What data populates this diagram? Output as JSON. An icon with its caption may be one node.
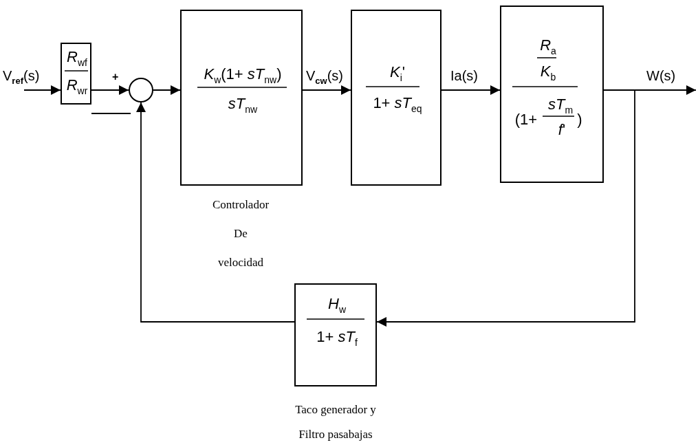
{
  "diagram": {
    "nodes": [
      {
        "text": [
          "*R*$_{wf}$",
          "*R*$_{wr}$"
        ]
      },
      {
        "text": [],
        "shape": "circle"
      },
      {
        "text": [
          "*K*$_{w}$(1+ *sT*$_{nw}$)",
          "*sT*$_{nw}$"
        ],
        "beside": [
          "Controlador De velocidad"
        ]
      },
      {
        "text": [
          "*K*$_{i}$'",
          "1+ *sT*$_{eq}$"
        ]
      },
      {
        "text": [
          "*R*$_{a}$",
          "*K*$_{b}$",
          "(1+",
          "*sT*$_{m}$",
          "*f*'",
          ")"
        ]
      },
      {
        "text": [
          "*H*$_{w}$",
          "1+ *sT*$_{f}$"
        ],
        "beside": [
          "Taco generador y Filtro pasabajas"
        ]
      }
    ],
    "edges": [
      {
        "from": null,
        "to": 0,
        "arrow": "to",
        "label": "V$_{ref}$(s)"
      },
      {
        "from": 0,
        "to": 1,
        "arrow": "to"
      },
      {
        "from": 1,
        "to": 2,
        "arrow": "to"
      },
      {
        "from": 2,
        "to": 3,
        "arrow": "to",
        "label": "V$_{cw}$(s)"
      },
      {
        "from": 3,
        "to": 4,
        "arrow": "to",
        "label": "Ia(s)"
      },
      {
        "from": 4,
        "to": null,
        "arrow": "to",
        "label": "W(s)"
      },
      {
        "from": 4,
        "to": 5,
        "arrow": "to"
      },
      {
        "from": 5,
        "to": 1,
        "arrow": "to"
      }
    ],
    "labels": [
      "+"
    ]
  }
}
